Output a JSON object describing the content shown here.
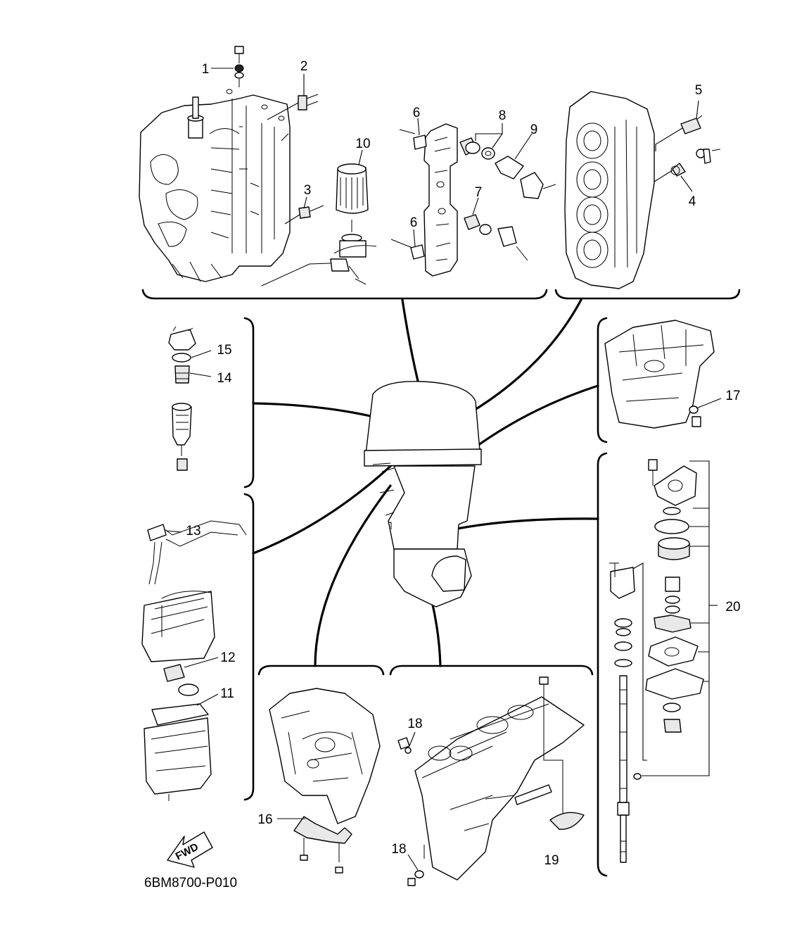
{
  "diagram": {
    "drawing_code": "6BM8700-P010",
    "direction_label": "FWD",
    "callouts": [
      "1",
      "2",
      "3",
      "4",
      "5",
      "6",
      "6",
      "7",
      "8",
      "9",
      "10",
      "11",
      "12",
      "13",
      "14",
      "15",
      "16",
      "17",
      "18",
      "18",
      "19",
      "20"
    ]
  }
}
